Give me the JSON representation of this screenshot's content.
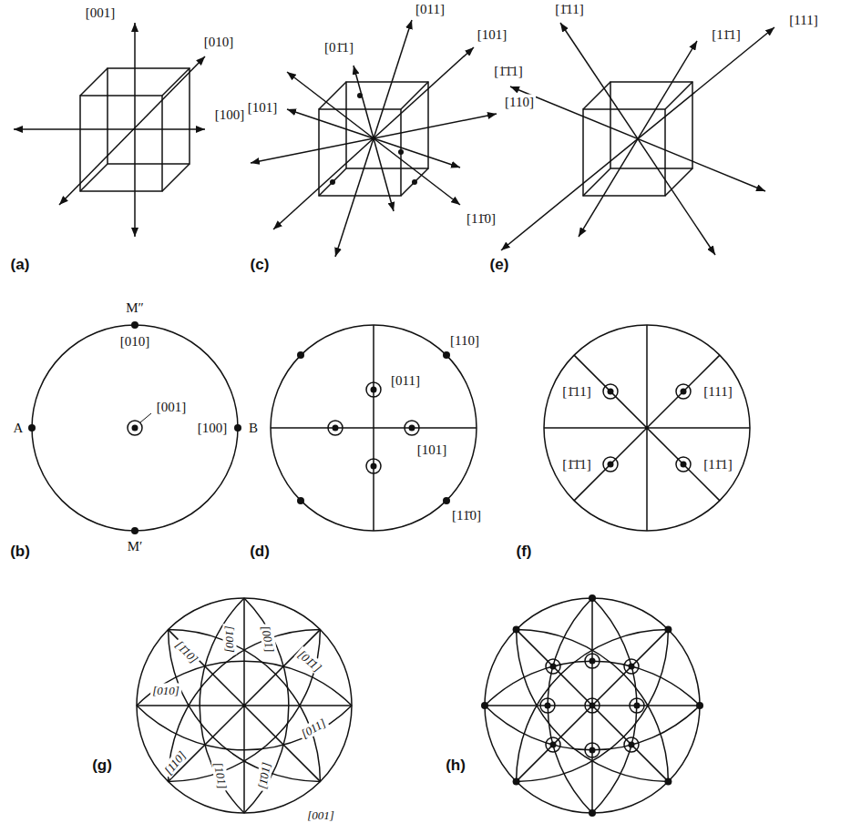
{
  "diagram": {
    "labels": [
      "[001]",
      "[010]",
      "[100]",
      "(a)",
      "[011]",
      "[01̄1]",
      "[101]",
      "[101]",
      "[110]",
      "[11̄0]",
      "(c)",
      "[1̄11]",
      "[111]",
      "[11̄1]",
      "[1̄1̄1]",
      "(e)",
      "M″",
      "[010]",
      "[001]",
      "A",
      "[100]",
      "B",
      "M′",
      "(b)",
      "[011]",
      "[110]",
      "[101]",
      "[11̄0]",
      "(d)",
      "[1̄11]",
      "[111]",
      "[1̄1̄1]",
      "[11̄1]",
      "(f)",
      "[1̄10]",
      "[100]",
      "[001]",
      "[01̄1]",
      "[010]",
      "[011]",
      "[110]",
      "[101]",
      "[1̄01]",
      "[001]",
      "(g)",
      "(h)"
    ]
  }
}
